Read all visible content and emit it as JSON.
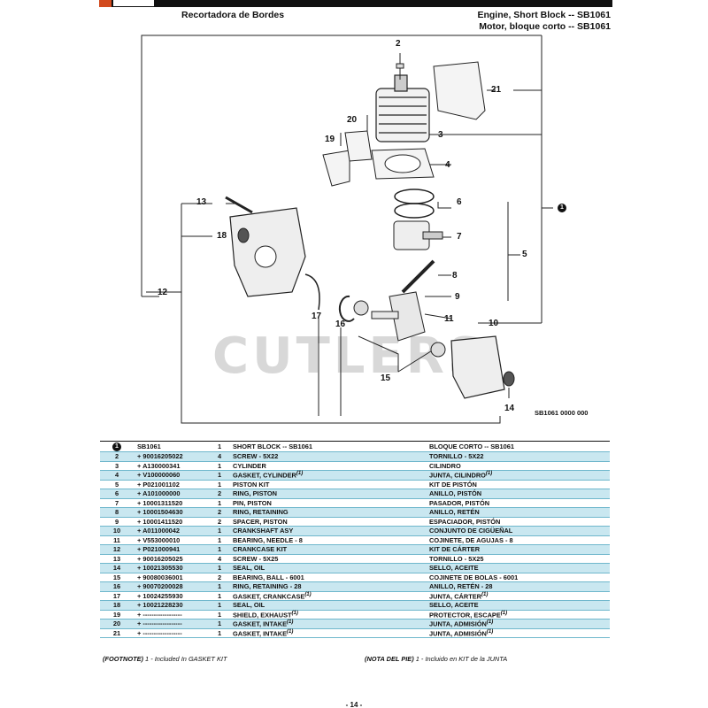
{
  "header": {
    "left_title": "Recortadora de Bordes",
    "right_title_en": "Engine, Short Block -- SB1061",
    "right_title_es": "Motor, bloque corto -- SB1061"
  },
  "diagram": {
    "watermark": "CUTLERS",
    "figure_code": "SB1061 0000 000",
    "callouts": [
      "1",
      "2",
      "3",
      "4",
      "5",
      "6",
      "7",
      "8",
      "9",
      "10",
      "11",
      "12",
      "13",
      "14",
      "15",
      "16",
      "17",
      "18",
      "19",
      "20",
      "21"
    ]
  },
  "parts": [
    {
      "ref": "1",
      "pn": "SB1061",
      "qty": "1",
      "en": "SHORT BLOCK -- SB1061",
      "es": "BLOQUE CORTO -- SB1061"
    },
    {
      "ref": "2",
      "pn": "+ 90016205022",
      "qty": "4",
      "en": "SCREW - 5X22",
      "es": "TORNILLO - 5X22"
    },
    {
      "ref": "3",
      "pn": "+ A130000341",
      "qty": "1",
      "en": "CYLINDER",
      "es": "CILINDRO"
    },
    {
      "ref": "4",
      "pn": "+ V100000060",
      "qty": "1",
      "en": "GASKET, CYLINDER",
      "sup": "(1)",
      "es": "JUNTA, CILINDRO",
      "es_sup": "(1)"
    },
    {
      "ref": "5",
      "pn": "+ P021001102",
      "qty": "1",
      "en": "PISTON KIT",
      "es": "KIT DE PISTÓN"
    },
    {
      "ref": "6",
      "pn": "+ A101000000",
      "qty": "2",
      "en": "RING, PISTON",
      "es": "ANILLO, PISTÓN"
    },
    {
      "ref": "7",
      "pn": "+ 10001311520",
      "qty": "1",
      "en": "PIN, PISTON",
      "es": "PASADOR, PISTÓN"
    },
    {
      "ref": "8",
      "pn": "+ 10001504630",
      "qty": "2",
      "en": "RING, RETAINING",
      "es": "ANILLO, RETÉN"
    },
    {
      "ref": "9",
      "pn": "+ 10001411520",
      "qty": "2",
      "en": "SPACER, PISTON",
      "es": "ESPACIADOR, PISTÓN"
    },
    {
      "ref": "10",
      "pn": "+ A011000042",
      "qty": "1",
      "en": "CRANKSHAFT ASY",
      "es": "CONJUNTO DE CIGÜEÑAL"
    },
    {
      "ref": "11",
      "pn": "+ V553000010",
      "qty": "1",
      "en": "BEARING, NEEDLE - 8",
      "es": "COJINETE, DE AGUJAS - 8"
    },
    {
      "ref": "12",
      "pn": "+ P021000941",
      "qty": "1",
      "en": "CRANKCASE KIT",
      "es": "KIT DE CÁRTER"
    },
    {
      "ref": "13",
      "pn": "+ 90016205025",
      "qty": "4",
      "en": "SCREW - 5X25",
      "es": "TORNILLO - 5X25"
    },
    {
      "ref": "14",
      "pn": "+ 10021305530",
      "qty": "1",
      "en": "SEAL, OIL",
      "es": "SELLO, ACEITE"
    },
    {
      "ref": "15",
      "pn": "+ 90080036001",
      "qty": "2",
      "en": "BEARING, BALL - 6001",
      "es": "COJINETE DE BOLAS - 6001"
    },
    {
      "ref": "16",
      "pn": "+ 90070200028",
      "qty": "1",
      "en": "RING, RETAINING - 28",
      "es": "ANILLO, RETÉN - 28"
    },
    {
      "ref": "17",
      "pn": "+ 10024255930",
      "qty": "1",
      "en": "GASKET, CRANKCASE",
      "sup": "(1)",
      "es": "JUNTA, CÁRTER",
      "es_sup": "(1)"
    },
    {
      "ref": "18",
      "pn": "+ 10021228230",
      "qty": "1",
      "en": "SEAL, OIL",
      "es": "SELLO, ACEITE"
    },
    {
      "ref": "19",
      "pn": "+ ------------------",
      "qty": "1",
      "en": "SHIELD, EXHAUST",
      "sup": "(1)",
      "es": "PROTECTOR, ESCAPE",
      "es_sup": "(1)"
    },
    {
      "ref": "20",
      "pn": "+ ------------------",
      "qty": "1",
      "en": "GASKET, INTAKE",
      "sup": "(1)",
      "es": "JUNTA, ADMISIÓN",
      "es_sup": "(1)"
    },
    {
      "ref": "21",
      "pn": "+ ------------------",
      "qty": "1",
      "en": "GASKET, INTAKE",
      "sup": "(1)",
      "es": "JUNTA, ADMISIÓN",
      "es_sup": "(1)"
    }
  ],
  "footnote": {
    "en_label": "(FOOTNOTE)",
    "en_text": "1 - Included In GASKET KIT",
    "es_label": "(NOTA DEL PIE)",
    "es_text": "1 - Incluido en KIT de la JUNTA"
  },
  "page_number": "- 14 -"
}
